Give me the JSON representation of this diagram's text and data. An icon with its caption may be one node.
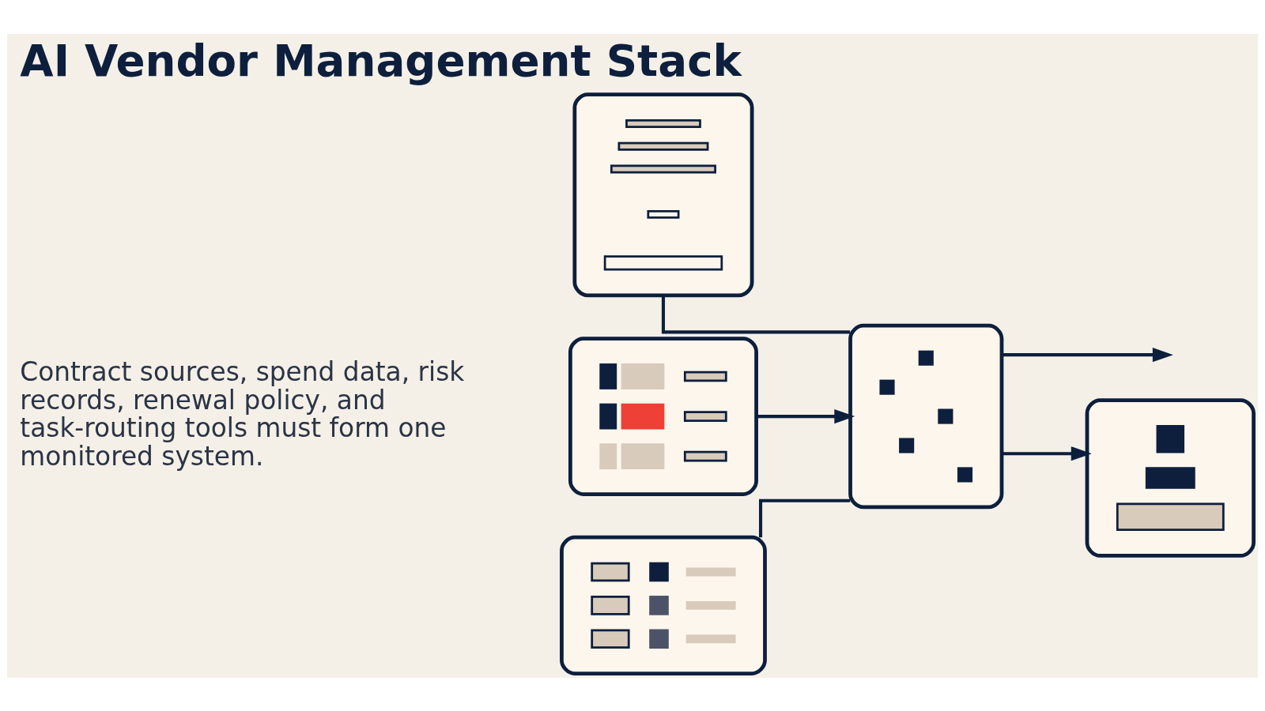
{
  "diagram": {
    "title": "AI Vendor Management Stack",
    "nodes": [
      {
        "text": [],
        "shape": "picture"
      },
      {
        "text": [],
        "shape": "picture"
      },
      {
        "text": [],
        "shape": "picture"
      },
      {
        "text": [],
        "shape": "picture"
      },
      {
        "text": [],
        "shape": "picture"
      }
    ],
    "edges": [
      {
        "from": 0,
        "to": 3,
        "arrow": "none"
      },
      {
        "from": 1,
        "to": 3,
        "arrow": "to"
      },
      {
        "from": 2,
        "to": 3,
        "arrow": "none"
      },
      {
        "from": 3,
        "to": null,
        "arrow": "to"
      },
      {
        "from": 3,
        "to": 4,
        "arrow": "to"
      }
    ],
    "labels": [
      "Contract sources, spend data, risk records, renewal policy, and task-routing tools must form one monitored system."
    ]
  }
}
